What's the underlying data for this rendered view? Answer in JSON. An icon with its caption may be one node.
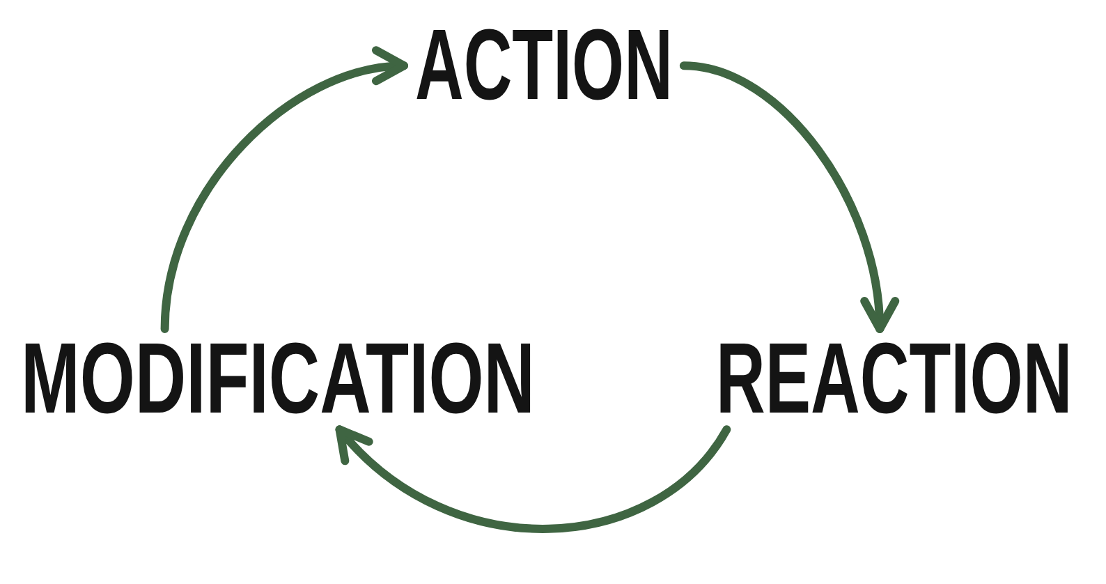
{
  "diagram": {
    "nodes": [
      {
        "text": [
          "ACTION"
        ]
      },
      {
        "text": [
          "REACTION"
        ]
      },
      {
        "text": [
          "MODIFICATION"
        ]
      }
    ],
    "edges": [
      {
        "from": 0,
        "to": 1,
        "arrow": "to"
      },
      {
        "from": 1,
        "to": 2,
        "arrow": "to"
      },
      {
        "from": 2,
        "to": 0,
        "arrow": "to"
      }
    ]
  }
}
